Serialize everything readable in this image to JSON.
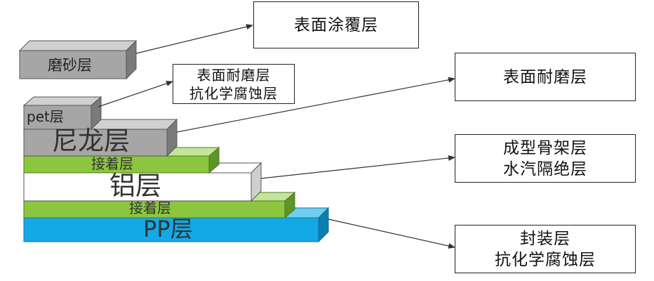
{
  "layers": {
    "matte": "磨砂层",
    "pet": "pet层",
    "nylon": "尼龙层",
    "adhesive_top": "接着层",
    "aluminum": "铝层",
    "adhesive_bottom": "接着层",
    "pp": "PP层"
  },
  "callouts": {
    "surface_coating": "表面涂覆层",
    "pet_func": [
      "表面耐磨层",
      "抗化学腐蚀层"
    ],
    "nylon_func": "表面耐磨层",
    "aluminum_func": [
      "成型骨架层",
      "水汽隔绝层"
    ],
    "pp_func": [
      "封装层",
      "抗化学腐蚀层"
    ]
  },
  "colors": {
    "gray": "#a6a6a6",
    "green": "#8cc63f",
    "white": "#ffffff",
    "blue": "#13a9e6"
  }
}
